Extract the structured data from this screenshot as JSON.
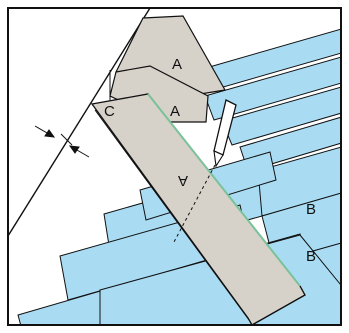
{
  "diagram": {
    "labels": {
      "plank_top": "A",
      "plank_mid": "A",
      "plank_main": "A",
      "corner": "C",
      "board_b_upper": "B",
      "board_b_lower": "B"
    },
    "colors": {
      "background": "#ffffff",
      "boards": "#a9dcf3",
      "planks": "#d6d1c9",
      "plank_edge": "#7ac29a",
      "outline": "#111111"
    }
  }
}
